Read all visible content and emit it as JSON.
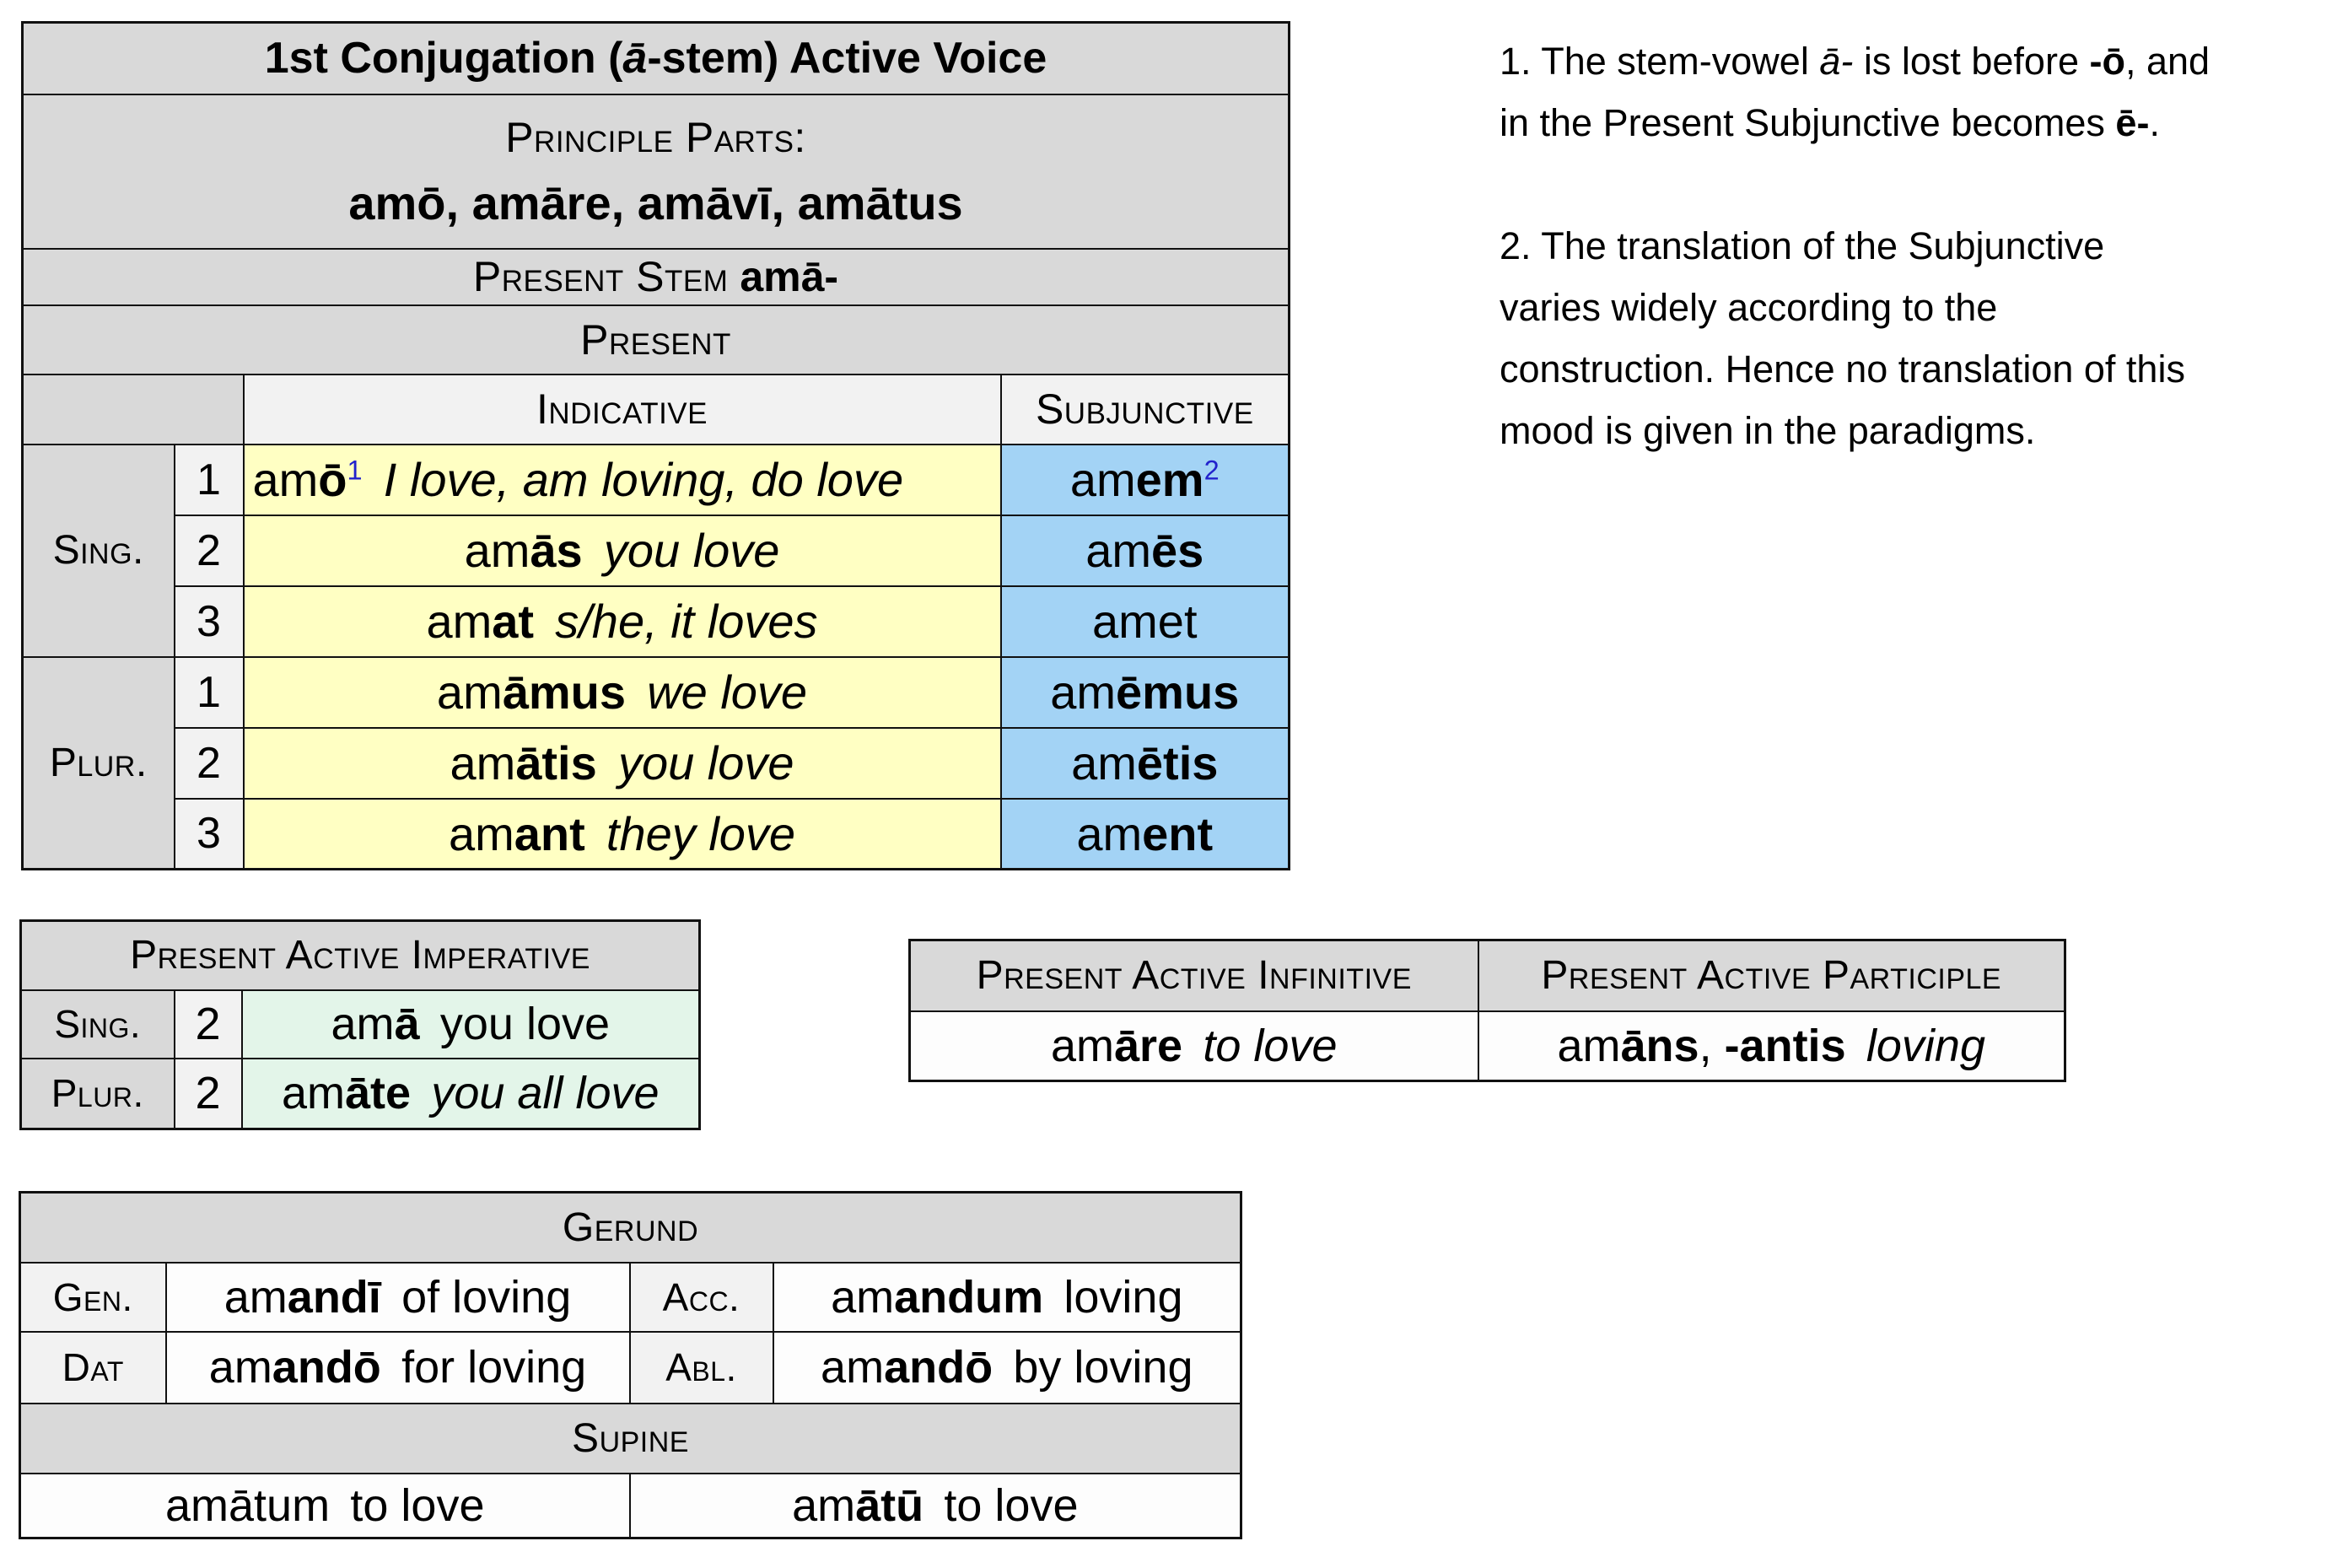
{
  "colors": {
    "header_gray": "#d9d9d9",
    "label_light_gray": "#f2f2f2",
    "indicative_yellow": "#ffffc3",
    "subjunctive_blue": "#a3d3f5",
    "imperative_mint": "#e3f5e9",
    "footnote_blue": "#2222cc"
  },
  "main_table": {
    "title": {
      "pre": "1st Conjugation (",
      "stem_vowel": "ā",
      "post": "-stem) Active Voice"
    },
    "principle_parts_label": "Principle Parts:",
    "principle_parts_value": "amō, amāre, amāvī, amātus",
    "present_stem_label": "Present Stem",
    "present_stem_value": "amā-",
    "present_label": "Present",
    "indicative_label": "Indicative",
    "subjunctive_label": "Subjunctive",
    "sing_label": "Sing.",
    "plur_label": "Plur.",
    "rows": [
      {
        "person": "1",
        "ind_plain": "am",
        "ind_bold": "ō",
        "ind_sup": "1",
        "trans": "I love, am loving, do love",
        "subj_plain": "am",
        "subj_bold": "em",
        "subj_sup": "2"
      },
      {
        "person": "2",
        "ind_plain": "am",
        "ind_bold": "ās",
        "trans": "you love",
        "subj_plain": "am",
        "subj_bold": "ēs"
      },
      {
        "person": "3",
        "ind_plain": "am",
        "ind_bold": "at",
        "trans": "s/he, it loves",
        "subj_plain": "amet"
      },
      {
        "person": "1",
        "ind_plain": "am",
        "ind_bold": "āmus",
        "trans": "we love",
        "subj_plain": "am",
        "subj_bold": "ēmus"
      },
      {
        "person": "2",
        "ind_plain": "am",
        "ind_bold": "ātis",
        "trans": "you love",
        "subj_plain": "am",
        "subj_bold": "ētis"
      },
      {
        "person": "3",
        "ind_plain": "am",
        "ind_bold": "ant",
        "trans": "they love",
        "subj_plain": "am",
        "subj_bold": "ent"
      }
    ]
  },
  "notes": {
    "note1": {
      "l1a": "1. The stem-vowel ",
      "l1b": "ā-",
      "l1c": " is lost before ",
      "l1d": "-ō",
      "l1e": ", and",
      "l2a": "in the Present Subjunctive becomes ",
      "l2b": "ē-",
      "l2c": "."
    },
    "note2_lines": [
      "2. The translation of the Subjunctive",
      "varies widely according to the",
      "construction. Hence no translation of this",
      "mood is given in the paradigms."
    ]
  },
  "imperative": {
    "title": "Present Active Imperative",
    "rows": [
      {
        "group": "Sing.",
        "person": "2",
        "latin_plain": "am",
        "latin_bold": "ā",
        "trans": "you love"
      },
      {
        "group": "Plur.",
        "person": "2",
        "latin_plain": "am",
        "latin_bold": "āte",
        "trans": "you all love"
      }
    ]
  },
  "infinitive_participle": {
    "inf_title": "Present Active Infinitive",
    "part_title": "Present Active Participle",
    "inf_plain": "am",
    "inf_bold": "āre",
    "inf_trans": "to love",
    "part_plain": "am",
    "part_bold": "āns",
    "part_mid": ", ",
    "part_bold2": "-antis",
    "part_trans": "loving"
  },
  "gerund": {
    "title": "Gerund",
    "cells": [
      {
        "case": "Gen.",
        "plain": "am",
        "bold": "andī",
        "trans": "of loving"
      },
      {
        "case": "Acc.",
        "plain": "am",
        "bold": "andum",
        "trans": "loving"
      },
      {
        "case": "Dat",
        "plain": "am",
        "bold": "andō",
        "trans": "for loving"
      },
      {
        "case": "Abl.",
        "plain": "am",
        "bold": "andō",
        "trans": "by loving"
      }
    ]
  },
  "supine": {
    "title": "Supine",
    "left": {
      "plain": "amātum",
      "trans": "to love"
    },
    "right": {
      "plain": "am",
      "bold": "ātū",
      "trans": "to love"
    }
  }
}
